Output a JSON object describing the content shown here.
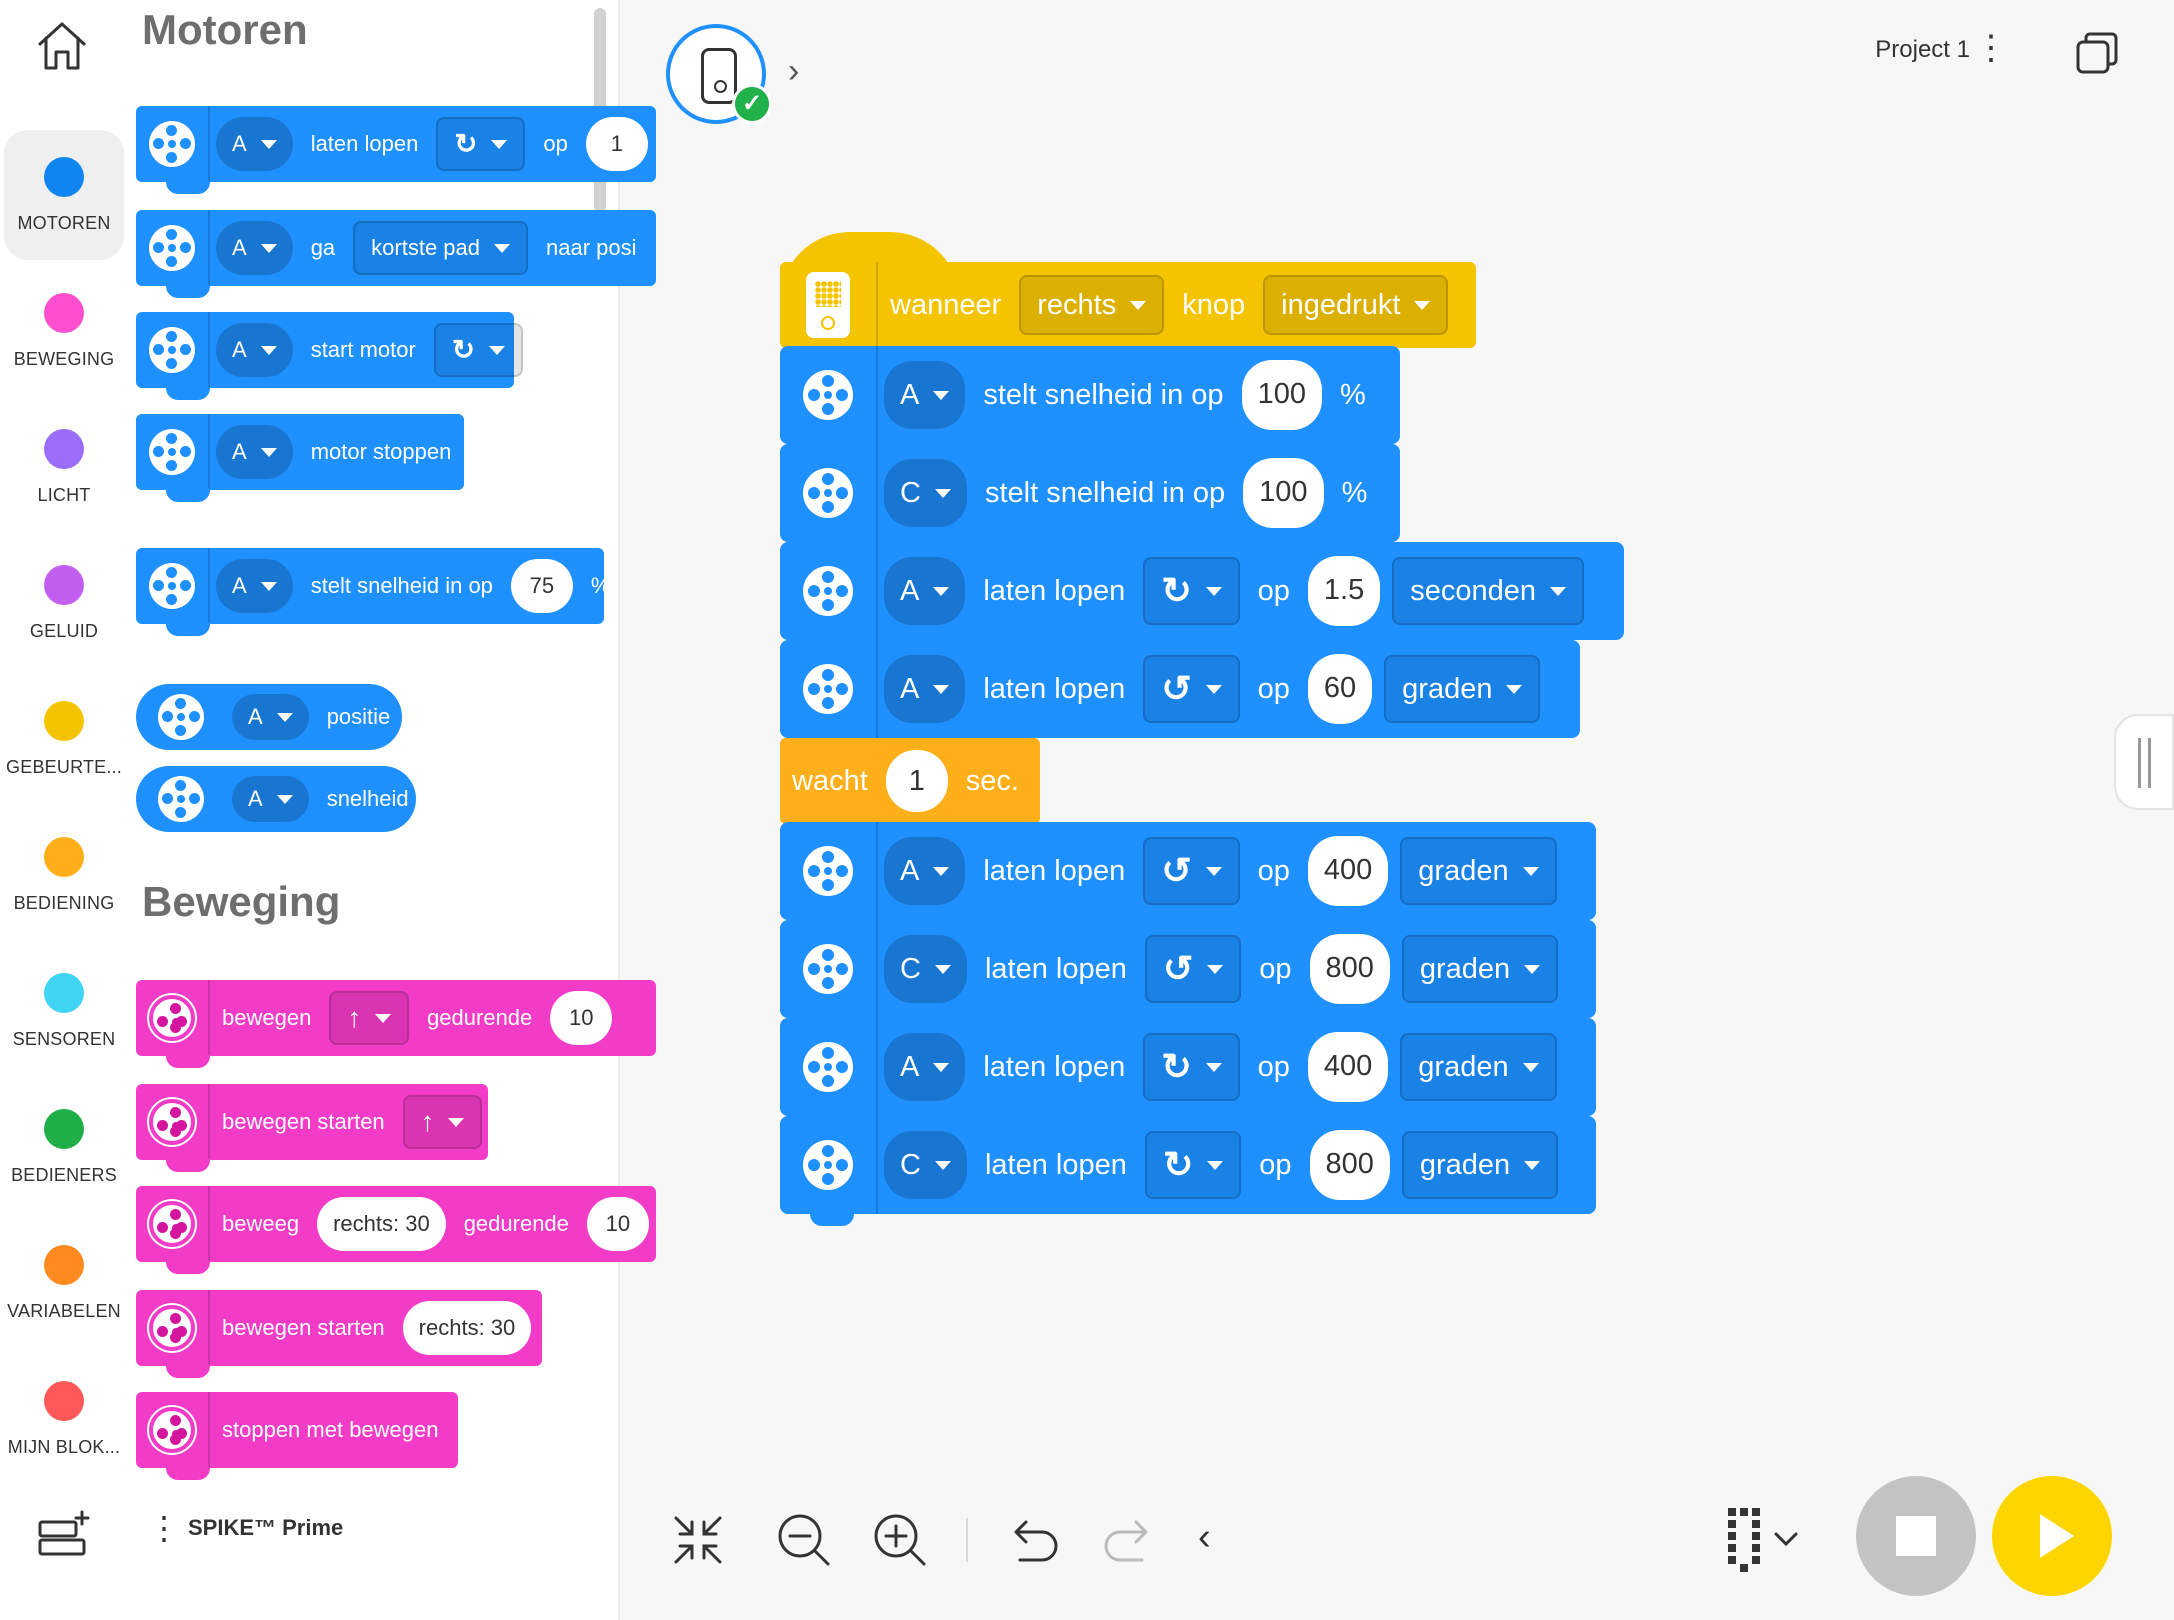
{
  "categories": [
    {
      "label": "MOTOREN",
      "color": "#0e85f0",
      "active": true
    },
    {
      "label": "BEWEGING",
      "color": "#ff4fcf"
    },
    {
      "label": "LICHT",
      "color": "#9b6cf7"
    },
    {
      "label": "GELUID",
      "color": "#c15ef0"
    },
    {
      "label": "GEBEURTE...",
      "color": "#f5c400"
    },
    {
      "label": "BEDIENING",
      "color": "#ffaf19"
    },
    {
      "label": "SENSOREN",
      "color": "#3fd4f2"
    },
    {
      "label": "BEDIENERS",
      "color": "#1fae48"
    },
    {
      "label": "VARIABELEN",
      "color": "#ff8a1f"
    },
    {
      "label": "MIJN BLOK...",
      "color": "#ff5a5a"
    }
  ],
  "palette": {
    "sections": [
      "Motoren",
      "Beweging"
    ],
    "footer_label": "SPIKE™ Prime",
    "motor_blocks": {
      "run": {
        "port": "A",
        "label": "laten lopen",
        "op": "op",
        "value": "1"
      },
      "goto": {
        "port": "A",
        "label": "ga",
        "path": "kortste pad",
        "suffix": "naar posi"
      },
      "start": {
        "port": "A",
        "label": "start motor"
      },
      "stop": {
        "port": "A",
        "label": "motor stoppen"
      },
      "speed": {
        "port": "A",
        "label": "stelt snelheid in op",
        "value": "75",
        "unit": "%"
      },
      "position": {
        "port": "A",
        "label": "positie"
      },
      "velocity": {
        "port": "A",
        "label": "snelheid"
      }
    },
    "move_blocks": {
      "move_for": {
        "label": "bewegen",
        "for": "gedurende",
        "value": "10"
      },
      "move_start": {
        "label": "bewegen starten"
      },
      "steer_for": {
        "label": "beweeg",
        "steer": "rechts: 30",
        "for": "gedurende",
        "value": "10"
      },
      "steer_start": {
        "label": "bewegen starten",
        "steer": "rechts: 30"
      },
      "move_stop": {
        "label": "stoppen met bewegen"
      }
    }
  },
  "header": {
    "project_name": "Project 1"
  },
  "script": {
    "hat": {
      "when": "wanneer",
      "button": "rechts",
      "knop": "knop",
      "state": "ingedrukt"
    },
    "set_speed": [
      {
        "port": "A",
        "label": "stelt snelheid in op",
        "value": "100",
        "unit": "%"
      },
      {
        "port": "C",
        "label": "stelt snelheid in op",
        "value": "100",
        "unit": "%"
      }
    ],
    "runs_top": [
      {
        "port": "A",
        "label": "laten lopen",
        "dir": "cw",
        "op": "op",
        "value": "1.5",
        "unit": "seconden"
      },
      {
        "port": "A",
        "label": "laten lopen",
        "dir": "ccw",
        "op": "op",
        "value": "60",
        "unit": "graden"
      }
    ],
    "wait": {
      "label": "wacht",
      "value": "1",
      "unit": "sec."
    },
    "runs_bottom": [
      {
        "port": "A",
        "label": "laten lopen",
        "dir": "ccw",
        "op": "op",
        "value": "400",
        "unit": "graden"
      },
      {
        "port": "C",
        "label": "laten lopen",
        "dir": "ccw",
        "op": "op",
        "value": "800",
        "unit": "graden"
      },
      {
        "port": "A",
        "label": "laten lopen",
        "dir": "cw",
        "op": "op",
        "value": "400",
        "unit": "graden"
      },
      {
        "port": "C",
        "label": "laten lopen",
        "dir": "cw",
        "op": "op",
        "value": "800",
        "unit": "graden"
      }
    ]
  },
  "icons": {
    "cw": "↻",
    "ccw": "↺",
    "up": "↑",
    "home": "home-icon",
    "hub": "hub-phone-icon",
    "connected": "check-icon",
    "zoom_reset": "shrink-icon",
    "zoom_out": "zoom-out-icon",
    "zoom_in": "zoom-in-icon",
    "undo": "undo-icon",
    "redo": "redo-icon",
    "grid": "grid-icon"
  },
  "colors": {
    "motors": "#1e90ff",
    "movement": "#f23cc7",
    "events": "#f5c400",
    "control": "#ffaf19",
    "stop_button": "#c4c4c4",
    "play_button": "#ffd500",
    "connected": "#22b24c"
  }
}
